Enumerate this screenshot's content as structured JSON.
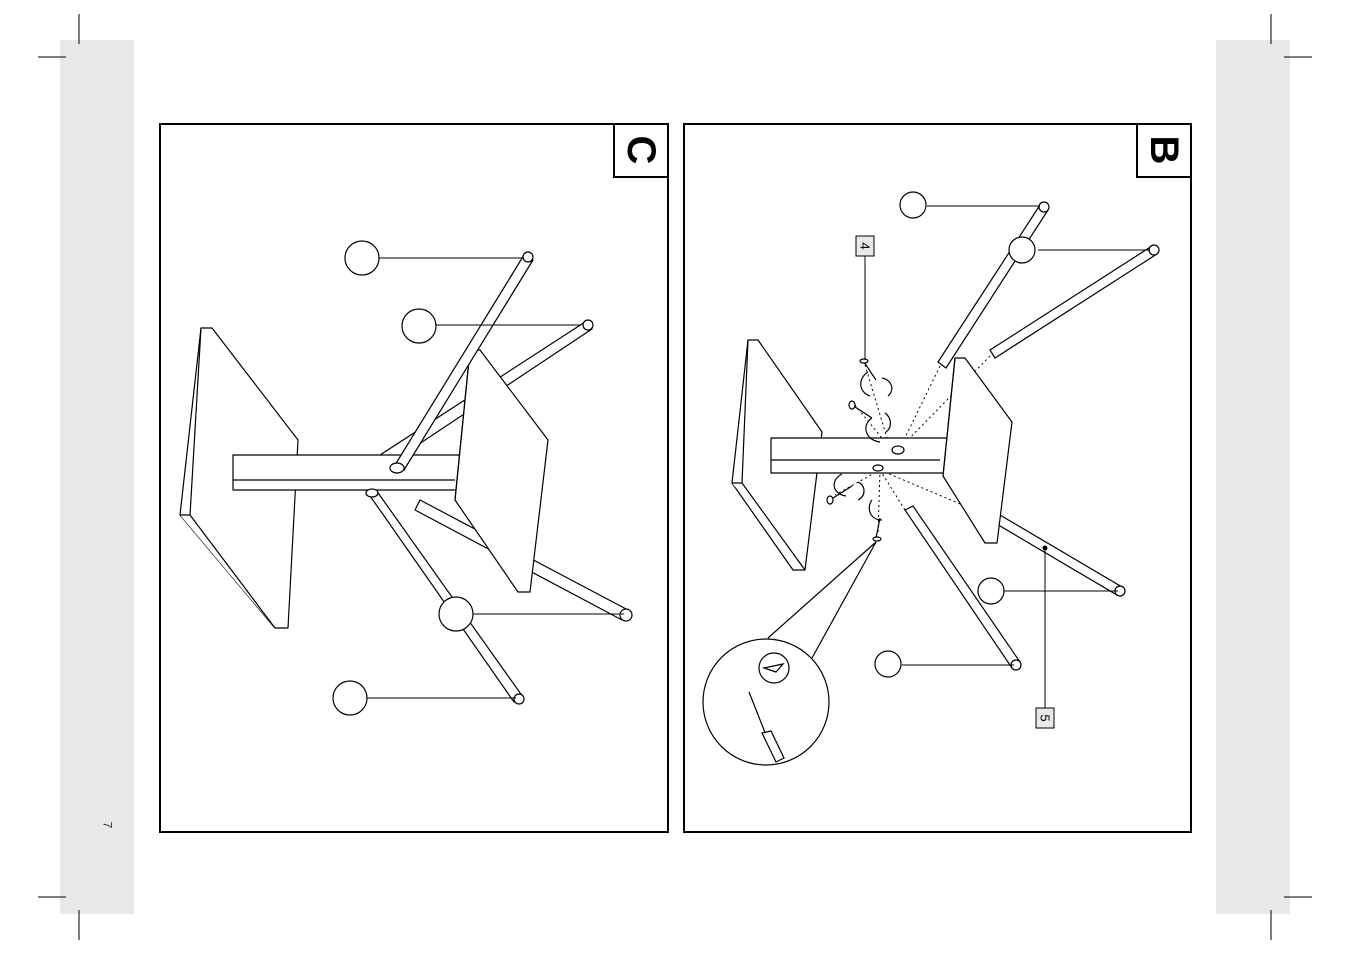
{
  "page": {
    "number": "7"
  },
  "panels": [
    {
      "id": "C",
      "label": "C"
    },
    {
      "id": "B",
      "label": "B"
    }
  ],
  "callouts": [
    {
      "id": "screw-callout",
      "label": "4"
    },
    {
      "id": "leg-callout",
      "label": "5"
    }
  ]
}
